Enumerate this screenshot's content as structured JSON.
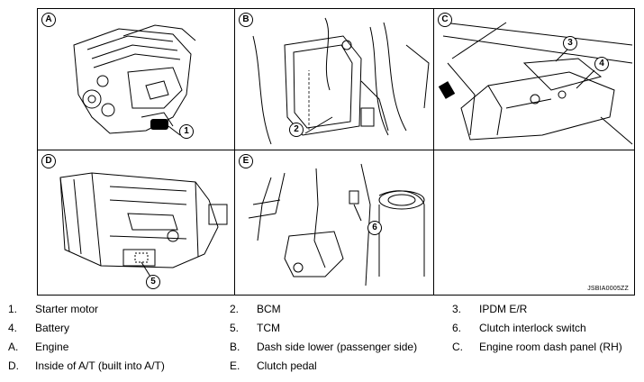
{
  "figure": {
    "figure_id": "JSBIA0005ZZ",
    "panels": [
      {
        "label": "A",
        "callouts": [
          "1"
        ]
      },
      {
        "label": "B",
        "callouts": [
          "2"
        ]
      },
      {
        "label": "C",
        "callouts": [
          "3",
          "4"
        ]
      },
      {
        "label": "D",
        "callouts": [
          "5"
        ]
      },
      {
        "label": "E",
        "callouts": [
          "6"
        ]
      }
    ]
  },
  "legend": [
    {
      "key": "1.",
      "text": "Starter motor"
    },
    {
      "key": "2.",
      "text": "BCM"
    },
    {
      "key": "3.",
      "text": "IPDM E/R"
    },
    {
      "key": "4.",
      "text": "Battery"
    },
    {
      "key": "5.",
      "text": "TCM"
    },
    {
      "key": "6.",
      "text": "Clutch interlock switch"
    },
    {
      "key": "A.",
      "text": "Engine"
    },
    {
      "key": "B.",
      "text": "Dash side lower (passenger side)"
    },
    {
      "key": "C.",
      "text": "Engine room dash panel (RH)"
    },
    {
      "key": "D.",
      "text": "Inside of A/T (built into A/T)"
    },
    {
      "key": "E.",
      "text": "Clutch pedal"
    }
  ]
}
